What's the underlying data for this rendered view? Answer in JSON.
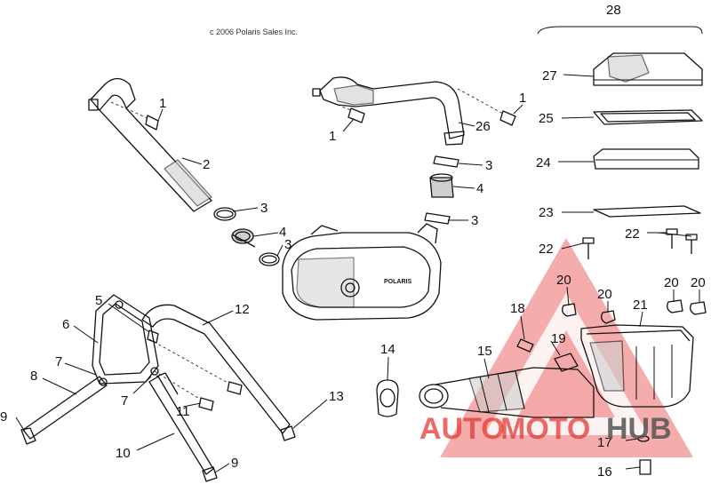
{
  "copyright": "c 2006 Polaris Sales Inc.",
  "cover_brand": "POLARIS",
  "watermark": {
    "part1": "AUTO",
    "part2": "MOTO",
    "part3": "HUB",
    "accent_color": "#e53935",
    "dark_color": "#555555"
  },
  "callouts": [
    {
      "id": "c1a",
      "label": "1"
    },
    {
      "id": "c2",
      "label": "2"
    },
    {
      "id": "c3a",
      "label": "3"
    },
    {
      "id": "c4a",
      "label": "4"
    },
    {
      "id": "c3b",
      "label": "3"
    },
    {
      "id": "c1b",
      "label": "1"
    },
    {
      "id": "c1c",
      "label": "1"
    },
    {
      "id": "c26",
      "label": "26"
    },
    {
      "id": "c3c",
      "label": "3"
    },
    {
      "id": "c4b",
      "label": "4"
    },
    {
      "id": "c3d",
      "label": "3"
    },
    {
      "id": "c28",
      "label": "28"
    },
    {
      "id": "c27",
      "label": "27"
    },
    {
      "id": "c25",
      "label": "25"
    },
    {
      "id": "c24",
      "label": "24"
    },
    {
      "id": "c23",
      "label": "23"
    },
    {
      "id": "c22a",
      "label": "22"
    },
    {
      "id": "c22b",
      "label": "22"
    },
    {
      "id": "c20a",
      "label": "20"
    },
    {
      "id": "c20b",
      "label": "20"
    },
    {
      "id": "c20c",
      "label": "20"
    },
    {
      "id": "c20d",
      "label": "20"
    },
    {
      "id": "c21",
      "label": "21"
    },
    {
      "id": "c18",
      "label": "18"
    },
    {
      "id": "c19",
      "label": "19"
    },
    {
      "id": "c14",
      "label": "14"
    },
    {
      "id": "c15",
      "label": "15"
    },
    {
      "id": "c17",
      "label": "17"
    },
    {
      "id": "c16",
      "label": "16"
    },
    {
      "id": "c5",
      "label": "5"
    },
    {
      "id": "c12",
      "label": "12"
    },
    {
      "id": "c6",
      "label": "6"
    },
    {
      "id": "c7a",
      "label": "7"
    },
    {
      "id": "c8",
      "label": "8"
    },
    {
      "id": "c7b",
      "label": "7"
    },
    {
      "id": "c11",
      "label": "11"
    },
    {
      "id": "c13",
      "label": "13"
    },
    {
      "id": "c9a",
      "label": "9"
    },
    {
      "id": "c10",
      "label": "10"
    },
    {
      "id": "c9b",
      "label": "9"
    }
  ]
}
